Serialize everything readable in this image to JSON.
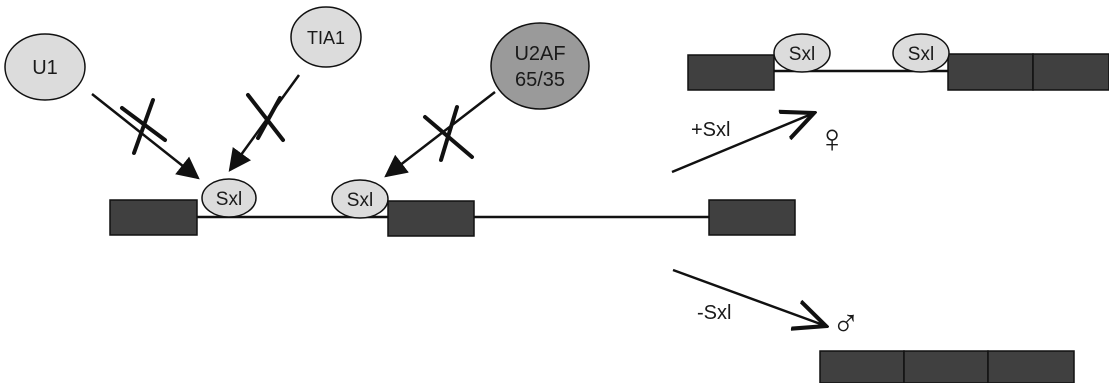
{
  "factors": {
    "u1": "U1",
    "tia1": "TIA1",
    "u2af_line1": "U2AF",
    "u2af_line2": "65/35"
  },
  "sxl_protein": "Sxl",
  "outcomes": {
    "plus_label": "+Sxl",
    "minus_label": "-Sxl",
    "female_symbol": "♀",
    "male_symbol": "♂"
  },
  "colors": {
    "exon": "#404040",
    "line": "#111111",
    "bubble_light": "#dcdcdc",
    "bubble_dark": "#9a9a9a"
  }
}
